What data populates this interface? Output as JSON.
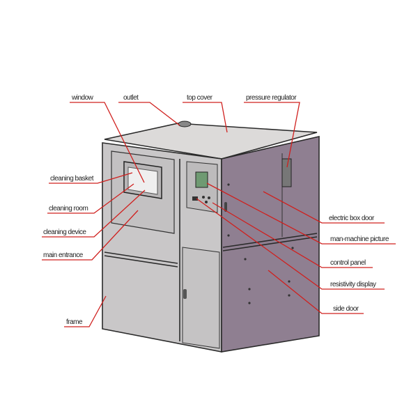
{
  "labels": {
    "window": "window",
    "outlet": "outlet",
    "top_cover": "top cover",
    "pressure_regulator": "pressure regulator",
    "cleaning_basket": "cleaning basket",
    "cleaning_room": "cleaning room",
    "cleaning_device": "cleaning device",
    "main_entrance": "main entrance",
    "frame": "frame",
    "electric_box_door": "electric box door",
    "man_machine_picture": "man-machine picture",
    "control_panel": "control panel",
    "resistivity_display": "resistivity display",
    "side_door": "side door"
  },
  "colors": {
    "leader": "#d0201e",
    "front": "#c9c7c8",
    "side": "#8f7f91",
    "top": "#dcdad9",
    "screen": "#6f9a72"
  }
}
